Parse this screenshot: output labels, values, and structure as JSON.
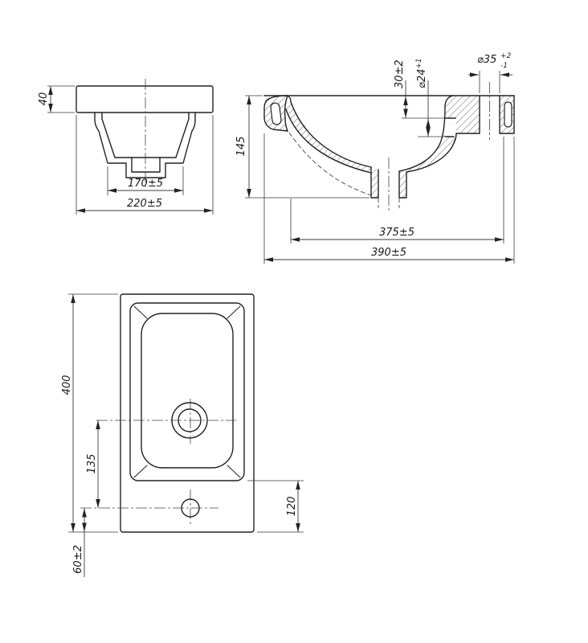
{
  "drawing": {
    "front": {
      "height": "40",
      "inner_width": "170±5",
      "outer_width": "220±5"
    },
    "section": {
      "depth": "145",
      "rim_offset": "30±2",
      "overflow_dia": "⌀24",
      "overflow_tol": "+1",
      "faucet_dia": "⌀35",
      "faucet_tol_plus": "+2",
      "faucet_tol_minus": "-1",
      "inner_length": "375±5",
      "outer_length": "390±5"
    },
    "plan": {
      "height": "400",
      "hole_spacing": "135",
      "bottom_offset": "60±2",
      "right_offset": "120"
    },
    "colors": {
      "line": "#222222",
      "background": "#ffffff"
    }
  }
}
